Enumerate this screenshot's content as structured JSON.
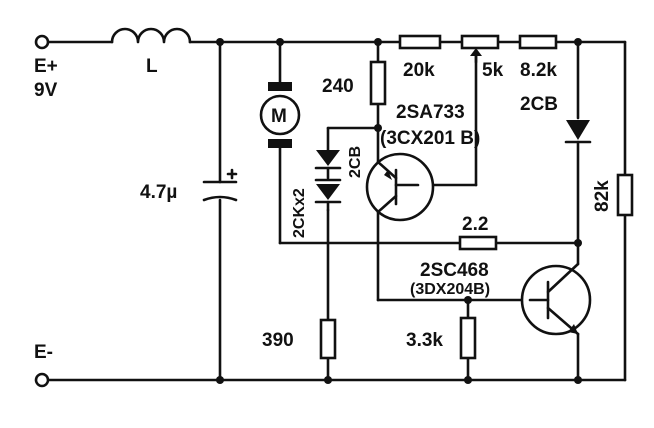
{
  "labels": {
    "supply_pos": "E+",
    "supply_voltage": "9V",
    "supply_neg": "E-",
    "inductor": "L",
    "capacitor": "4.7µ",
    "motor": "M",
    "r_240": "240",
    "r_20k": "20k",
    "pot_5k": "5k",
    "r_8_2k_top": "8.2k",
    "diode_2cb_right": "2CB",
    "r_82k": "82k",
    "diode_2cb_mid": "2CB",
    "diode_2ck": "2CKx2",
    "q1_type": "2SA733",
    "q1_equiv": "(3CX201 B)",
    "r_2_2": "2.2",
    "q2_type": "2SC468",
    "q2_equiv": "(3DX204B)",
    "r_390": "390",
    "r_3_3k": "3.3k"
  }
}
